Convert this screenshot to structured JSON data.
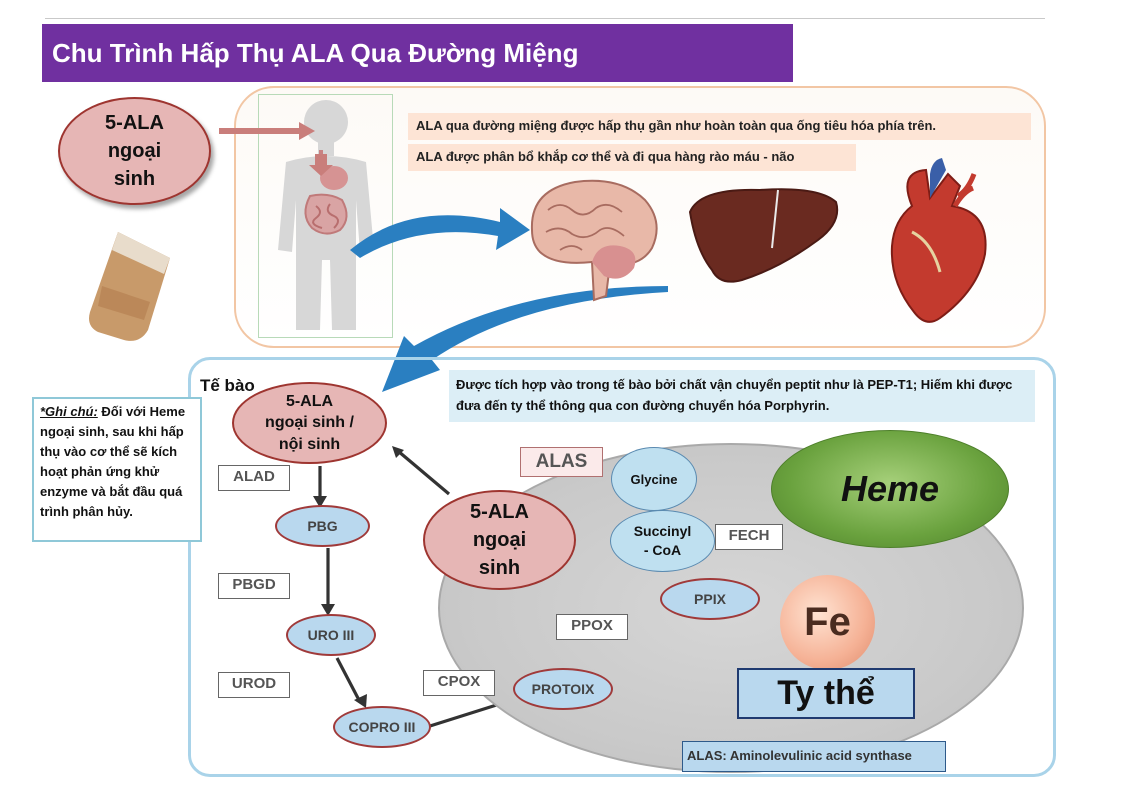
{
  "title": "Chu Trình Hấp Thụ ALA Qua Đường Miệng",
  "top": {
    "ala_external": "5-ALA\nngoại\nsinh",
    "note1": "ALA qua đường miệng được hấp thụ gần như hoàn toàn qua ống tiêu hóa phía trên.",
    "note2": "ALA được phân bổ khắp cơ thể và đi qua hàng rào máu - não"
  },
  "side_note": {
    "label": "*Ghi chú:",
    "text": " Đối với Heme ngoại sinh, sau khi hấp thụ vào cơ thể sẽ kích hoạt phản ứng khử enzyme và bắt đầu quá trình phân hủy."
  },
  "cell": {
    "label": "Tế bào",
    "note": "Được tích hợp vào trong tế bào bởi chất vận chuyển peptit như là PEP-T1; Hiếm khi được đưa đến ty thể thông qua con đường chuyển hóa Porphyrin.",
    "ala_both": "5-ALA\nngoại sinh /\nnội sinh",
    "ala_center": "5-ALA\nngoại\nsinh"
  },
  "pathway": {
    "enzymes": {
      "alas": "ALAS",
      "alad": "ALAD",
      "pbgd": "PBGD",
      "urod": "UROD",
      "cpox": "CPOX",
      "ppox": "PPOX",
      "fech": "FECH"
    },
    "nodes": {
      "pbg": "PBG",
      "uro": "URO III",
      "copro": "COPRO III",
      "protoix": "PROTOIX",
      "ppix": "PPIX"
    },
    "glycine": "Glycine",
    "succinyl": "Succinyl\n- CoA",
    "heme": "Heme",
    "fe": "Fe",
    "mitochondria": "Ty thể",
    "legend": "ALAS: Aminolevulinic acid synthase"
  },
  "colors": {
    "title_bg": "#7030a0",
    "ala_pink": "#e6b6b5",
    "node_blue": "#b9d8ee",
    "heme_green": "#6aa23e",
    "fe_peach": "#f5b195",
    "arrow_blue": "#2a7fc1"
  }
}
